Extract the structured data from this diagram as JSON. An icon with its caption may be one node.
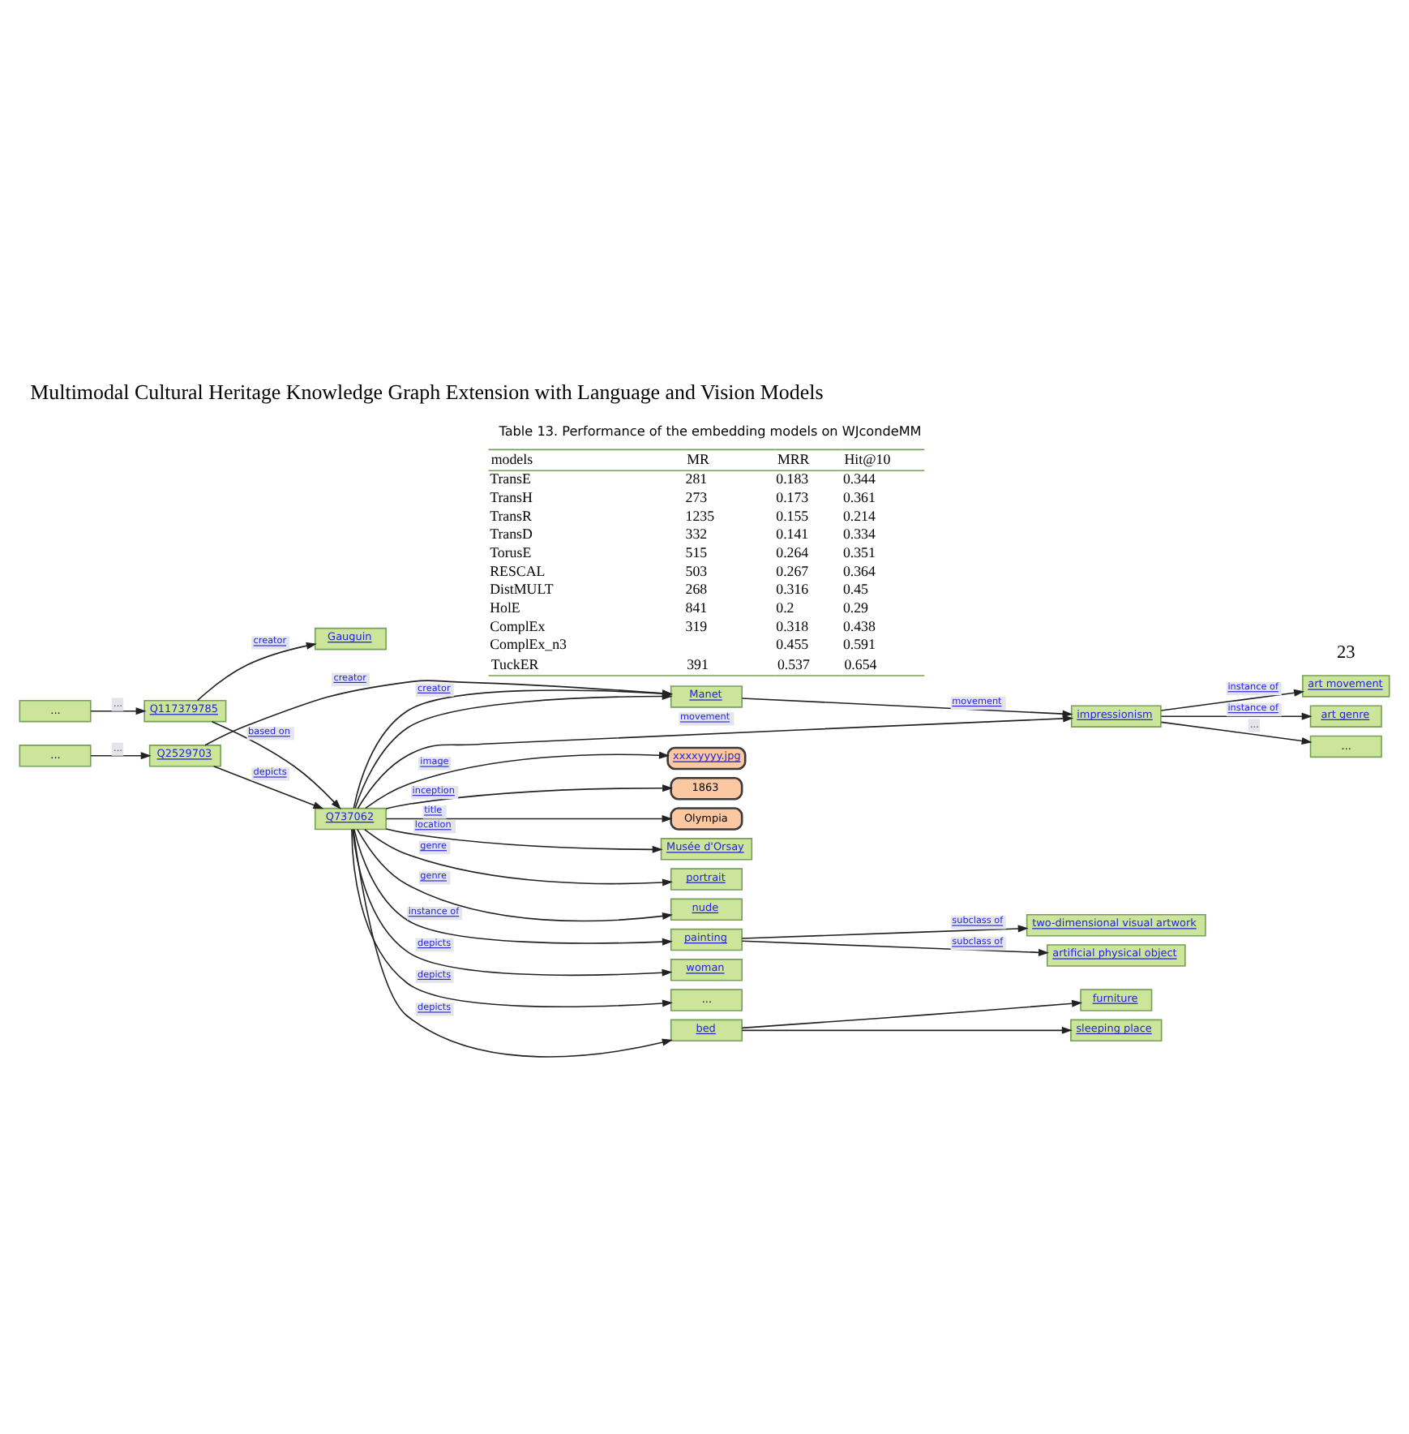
{
  "diagram": {
    "title": "Multimodal Cultural Heritage Knowledge Graph Extension with Language and Vision Models",
    "nodes": [
      {
        "text": [
          "..."
        ]
      },
      {
        "text": [
          "Q117379785"
        ]
      },
      {
        "text": [
          "Gauguin"
        ]
      },
      {
        "text": [
          "Manet"
        ]
      },
      {
        "text": [
          "xxxxyyyy.jpg"
        ]
      },
      {
        "text": [
          "1863"
        ]
      },
      {
        "text": [
          "Olympia"
        ]
      },
      {
        "text": [
          "Musée d'Orsay"
        ]
      },
      {
        "text": [
          "..."
        ]
      },
      {
        "text": [
          "Q2529703"
        ]
      },
      {
        "text": [
          "Q737062"
        ]
      },
      {
        "text": [
          "portrait"
        ]
      },
      {
        "text": [
          "nude"
        ]
      },
      {
        "text": [
          "impressionism"
        ]
      },
      {
        "text": [
          "art movement"
        ]
      },
      {
        "text": [
          "art genre"
        ]
      },
      {
        "text": [
          "..."
        ]
      },
      {
        "text": [
          "painting"
        ]
      },
      {
        "text": [
          "two-dimensional visual artwork"
        ]
      },
      {
        "text": [
          "artificial physical object"
        ]
      },
      {
        "text": [
          "woman"
        ]
      },
      {
        "text": [
          "..."
        ]
      },
      {
        "text": [
          "furniture"
        ]
      },
      {
        "text": [
          "bed"
        ]
      },
      {
        "text": [
          "sleeping place"
        ]
      }
    ],
    "edges": [
      {
        "from": 0,
        "to": 1,
        "arrow": "to",
        "label": "..."
      },
      {
        "from": 1,
        "to": 2,
        "arrow": "to",
        "label": "creator"
      },
      {
        "from": 1,
        "to": 10,
        "arrow": "to",
        "label": "based on"
      },
      {
        "from": 9,
        "to": 3,
        "arrow": "to",
        "label": "creator"
      },
      {
        "from": 8,
        "to": 9,
        "arrow": "to",
        "label": "..."
      },
      {
        "from": 9,
        "to": 10,
        "arrow": "to",
        "label": "depicts"
      },
      {
        "from": 10,
        "to": 3,
        "arrow": "to",
        "label": "creator"
      },
      {
        "from": 10,
        "to": 3,
        "arrow": "to"
      },
      {
        "from": 10,
        "to": 4,
        "arrow": "to",
        "label": "image"
      },
      {
        "from": 10,
        "to": 5,
        "arrow": "to",
        "label": "inception"
      },
      {
        "from": 10,
        "to": 6,
        "arrow": "to",
        "label": "title"
      },
      {
        "from": 10,
        "to": 7,
        "arrow": "to",
        "label": "location"
      },
      {
        "from": 10,
        "to": 11,
        "arrow": "to",
        "label": "genre"
      },
      {
        "from": 10,
        "to": 12,
        "arrow": "to",
        "label": "genre"
      },
      {
        "from": 10,
        "to": 13,
        "arrow": "to",
        "label": "movement"
      },
      {
        "from": 10,
        "to": 17,
        "arrow": "to",
        "label": "instance of"
      },
      {
        "from": 10,
        "to": 20,
        "arrow": "to",
        "label": "depicts"
      },
      {
        "from": 10,
        "to": 21,
        "arrow": "to",
        "label": "depicts"
      },
      {
        "from": 10,
        "to": 23,
        "arrow": "to",
        "label": "depicts"
      },
      {
        "from": 3,
        "to": 13,
        "arrow": "to",
        "label": "movement"
      },
      {
        "from": 13,
        "to": 14,
        "arrow": "to",
        "label": "instance of"
      },
      {
        "from": 13,
        "to": 15,
        "arrow": "to",
        "label": "instance of"
      },
      {
        "from": 13,
        "to": 16,
        "arrow": "to",
        "label": "..."
      },
      {
        "from": 17,
        "to": 18,
        "arrow": "to",
        "label": "subclass of"
      },
      {
        "from": 17,
        "to": 19,
        "arrow": "to",
        "label": "subclass of"
      },
      {
        "from": 23,
        "to": 22,
        "arrow": "to"
      },
      {
        "from": 23,
        "to": 24,
        "arrow": "to"
      }
    ],
    "labels": [
      "23",
      "Table 13. Performance of the embedding models on WJcondeMM",
      "models",
      "MR",
      "MRR",
      "Hit@10",
      "TransE",
      "281",
      "0.183",
      "0.344",
      "TransH",
      "273",
      "0.173",
      "0.361",
      "TransR",
      "1235",
      "0.155",
      "0.214",
      "TransD",
      "332",
      "0.141",
      "0.334",
      "TorusE",
      "515",
      "0.264",
      "0.351",
      "RESCAL",
      "503",
      "0.267",
      "0.364",
      "DistMULT",
      "268",
      "0.316",
      "0.45",
      "HolE",
      "841",
      "0.2",
      "0.29",
      "ComplEx",
      "319",
      "0.318",
      "0.438",
      "ComplEx_n3",
      "0.455",
      "0.591",
      "TuckER",
      "391",
      "0.537",
      "0.654"
    ]
  }
}
